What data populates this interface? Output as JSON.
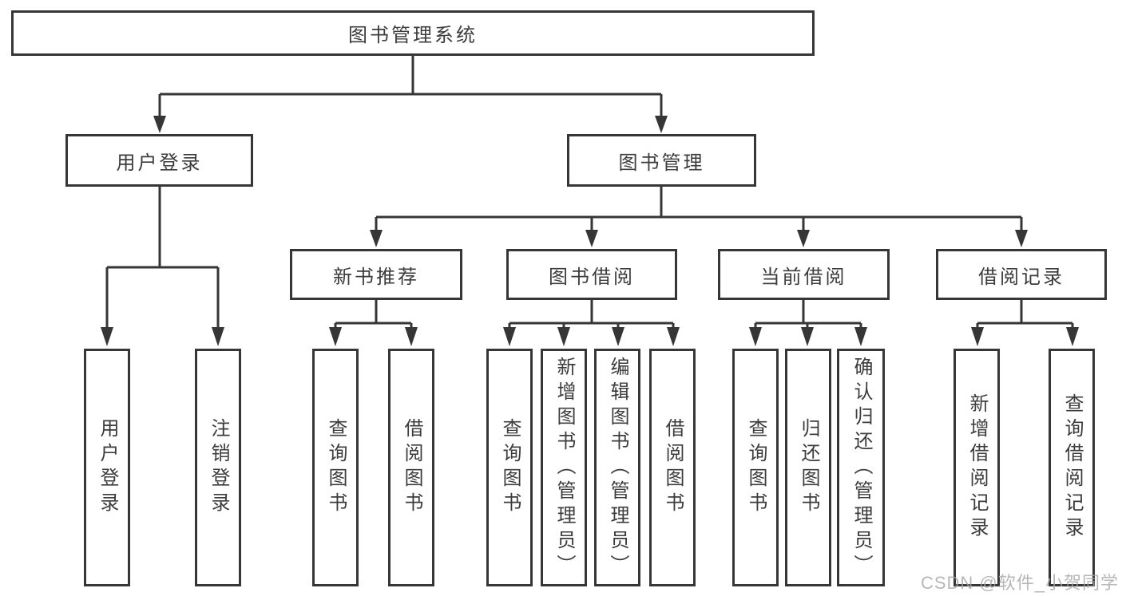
{
  "colors": {
    "line": "#363636",
    "text": "#3c3c3c",
    "watermark": "#a5a5a5",
    "background": "#ffffff"
  },
  "watermark": "CSDN @软件_小贺同学",
  "tree": {
    "root": "图书管理系统",
    "branches": [
      {
        "label": "用户登录",
        "children": [
          "用户登录",
          "注销登录"
        ]
      },
      {
        "label": "图书管理",
        "sections": [
          {
            "label": "新书推荐",
            "children": [
              "查询图书",
              "借阅图书"
            ]
          },
          {
            "label": "图书借阅",
            "children": [
              "查询图书",
              "新增图书（管理员）",
              "编辑图书（管理员）",
              "借阅图书"
            ]
          },
          {
            "label": "当前借阅",
            "children": [
              "查询图书",
              "归还图书",
              "确认归还（管理员）"
            ]
          },
          {
            "label": "借阅记录",
            "children": [
              "新增借阅记录",
              "查询借阅记录"
            ]
          }
        ]
      }
    ]
  }
}
